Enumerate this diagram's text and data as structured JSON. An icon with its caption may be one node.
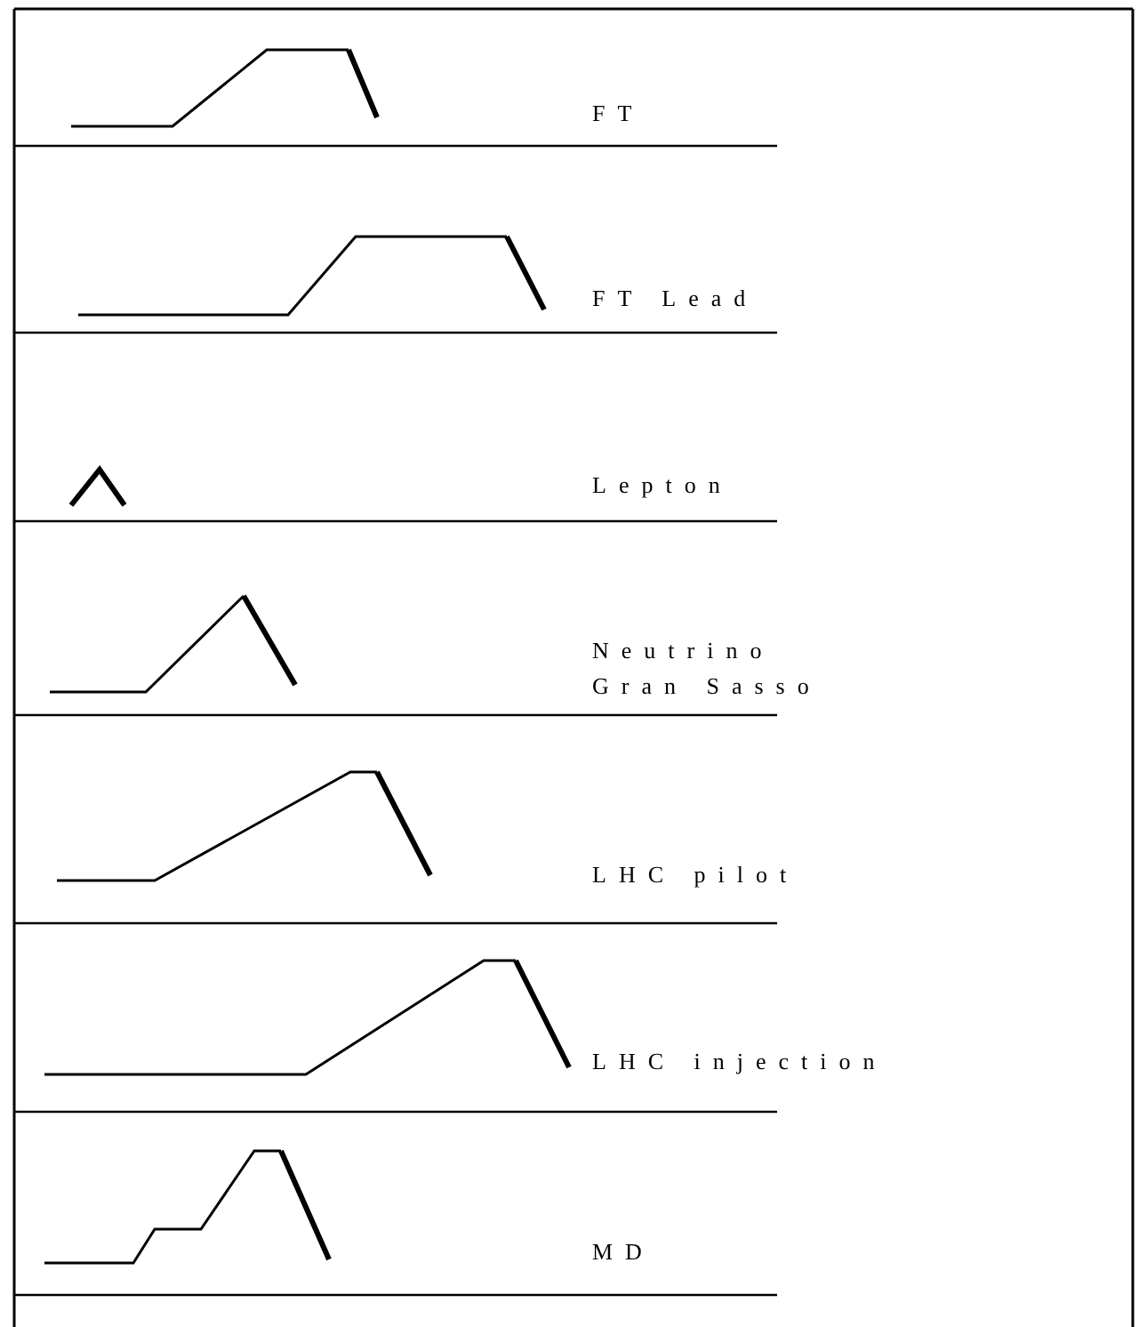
{
  "diagram": {
    "labels": [
      "FT",
      "FT Lead",
      "Lepton",
      "Neutrino Gran Sasso",
      "LHC pilot",
      "LHC injection",
      "MD"
    ]
  }
}
